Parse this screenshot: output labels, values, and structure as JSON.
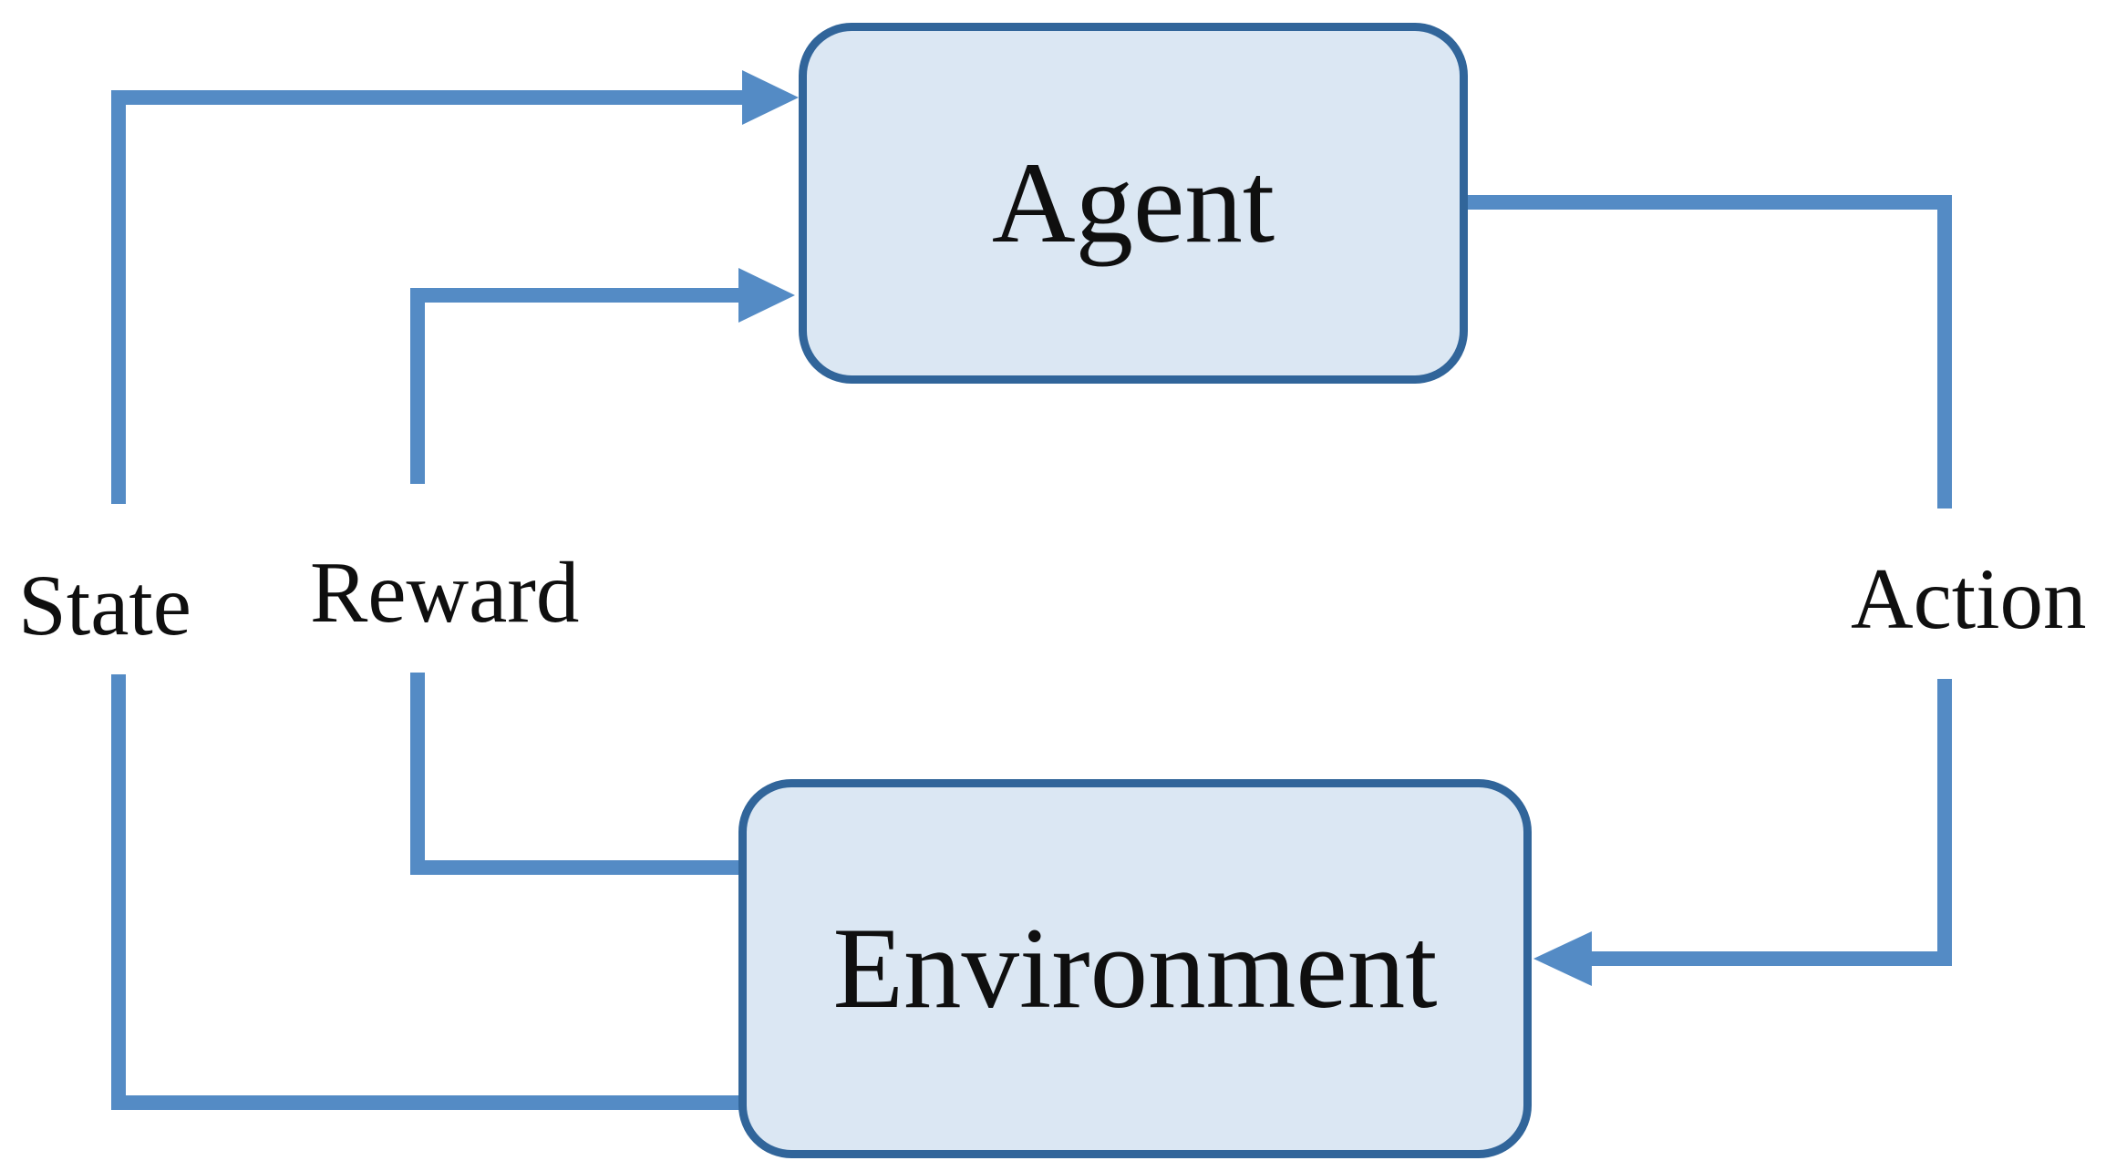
{
  "diagram": {
    "nodes": [
      {
        "id": "agent",
        "label": "Agent"
      },
      {
        "id": "environment",
        "label": "Environment"
      }
    ],
    "edges": [
      {
        "id": "state",
        "label": "State",
        "from": "environment",
        "to": "agent"
      },
      {
        "id": "reward",
        "label": "Reward",
        "from": "environment",
        "to": "agent"
      },
      {
        "id": "action",
        "label": "Action",
        "from": "agent",
        "to": "environment"
      }
    ],
    "colors": {
      "line": "#548bc5",
      "node_border": "#31659a",
      "node_fill": "#dbe7f3",
      "label_text": "#0f0f0f",
      "background": "#ffffff"
    }
  }
}
